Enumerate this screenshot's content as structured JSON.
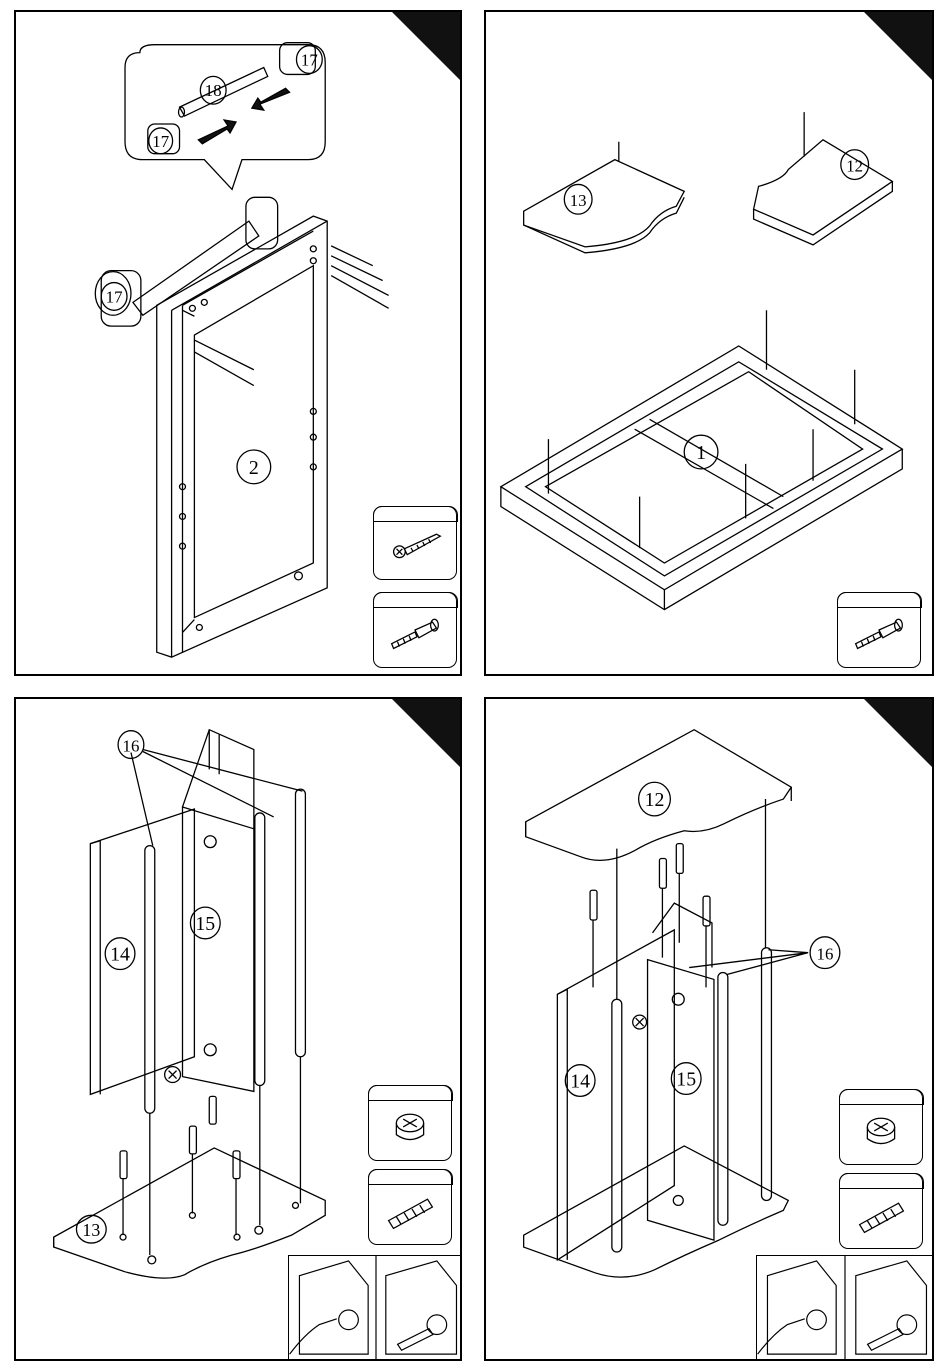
{
  "steps": [
    {
      "labels": {
        "part_17_a": "17",
        "part_17_b": "17",
        "part_18": "18",
        "part_17_c": "17",
        "part_2": "2"
      },
      "hardware": [
        "wood-screw-icon",
        "cam-bolt-icon"
      ]
    },
    {
      "labels": {
        "part_13": "13",
        "part_12": "12",
        "part_1": "1"
      },
      "hardware": [
        "cam-bolt-icon"
      ]
    },
    {
      "labels": {
        "part_16": "16",
        "part_14": "14",
        "part_15": "15",
        "part_13": "13"
      },
      "hardware": [
        "cam-lock-icon",
        "wood-dowel-icon"
      ]
    },
    {
      "labels": {
        "part_12": "12",
        "part_16": "16",
        "part_14": "14",
        "part_15": "15"
      },
      "hardware": [
        "cam-lock-icon",
        "wood-dowel-icon"
      ]
    }
  ]
}
